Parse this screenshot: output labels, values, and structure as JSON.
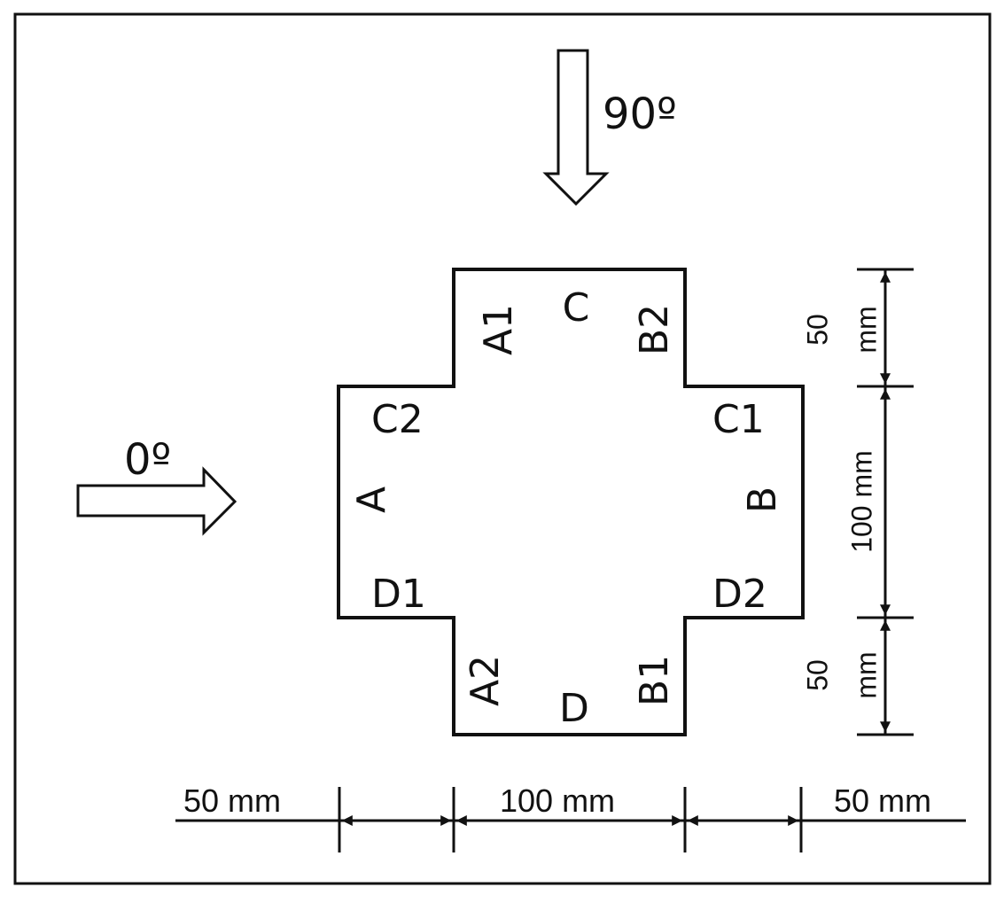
{
  "arrows": {
    "angle_top": "90º",
    "angle_left": "0º"
  },
  "cross_labels": {
    "A1": "A1",
    "C": "C",
    "B2": "B2",
    "C2": "C2",
    "C1": "C1",
    "A": "A",
    "B": "B",
    "D1": "D1",
    "D2": "D2",
    "A2": "A2",
    "D": "D",
    "B1": "B1"
  },
  "dimensions": {
    "bottom": [
      "50 mm",
      "100 mm",
      "50 mm"
    ],
    "right_top_num": "50",
    "right_top_unit": "mm",
    "right_mid": "100 mm",
    "right_bot_num": "50",
    "right_bot_unit": "mm"
  },
  "colors": {
    "stroke": "#111111",
    "background": "#ffffff"
  }
}
